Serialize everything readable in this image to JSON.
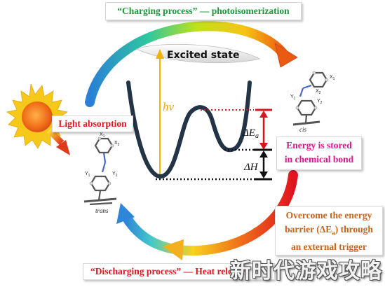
{
  "labels": {
    "charging_quote": "“Charging process”",
    "charging_rest": " — photoisomerization",
    "excited_state": "Excited state",
    "hv": "hν",
    "delta_ea_main": "ΔE",
    "delta_ea_sub": "a",
    "delta_h": "ΔH",
    "light_absorption": "Light absorption",
    "stored_line1": "Energy is stored",
    "stored_line2": "in chemical bond",
    "barrier_line1": "Overcome the energy",
    "barrier_line2a": "barrier (ΔE",
    "barrier_line2b": "a",
    "barrier_line2c": ") through",
    "barrier_line3": "an external trigger",
    "discharging": "“Discharging process” — Heat release",
    "cis": "cis",
    "trans": "trans",
    "x1": "X",
    "x1_sub": "1",
    "x2": "X",
    "x2_sub": "2",
    "y1": "Y",
    "y1_sub": "1",
    "y2": "Y",
    "y2_sub": "2",
    "watermark": "新时代游戏攻略"
  },
  "colors": {
    "charging": "#1a9a3a",
    "light": "#e0141e",
    "stored": "#e0148c",
    "barrier": "#c9631a",
    "curve": "#243447",
    "arrow_red": "#d8141c",
    "hv_arrow": "#f0b400"
  },
  "icons": {
    "sun": "sun-icon",
    "molecule": "azobenzene-molecule-icon"
  }
}
